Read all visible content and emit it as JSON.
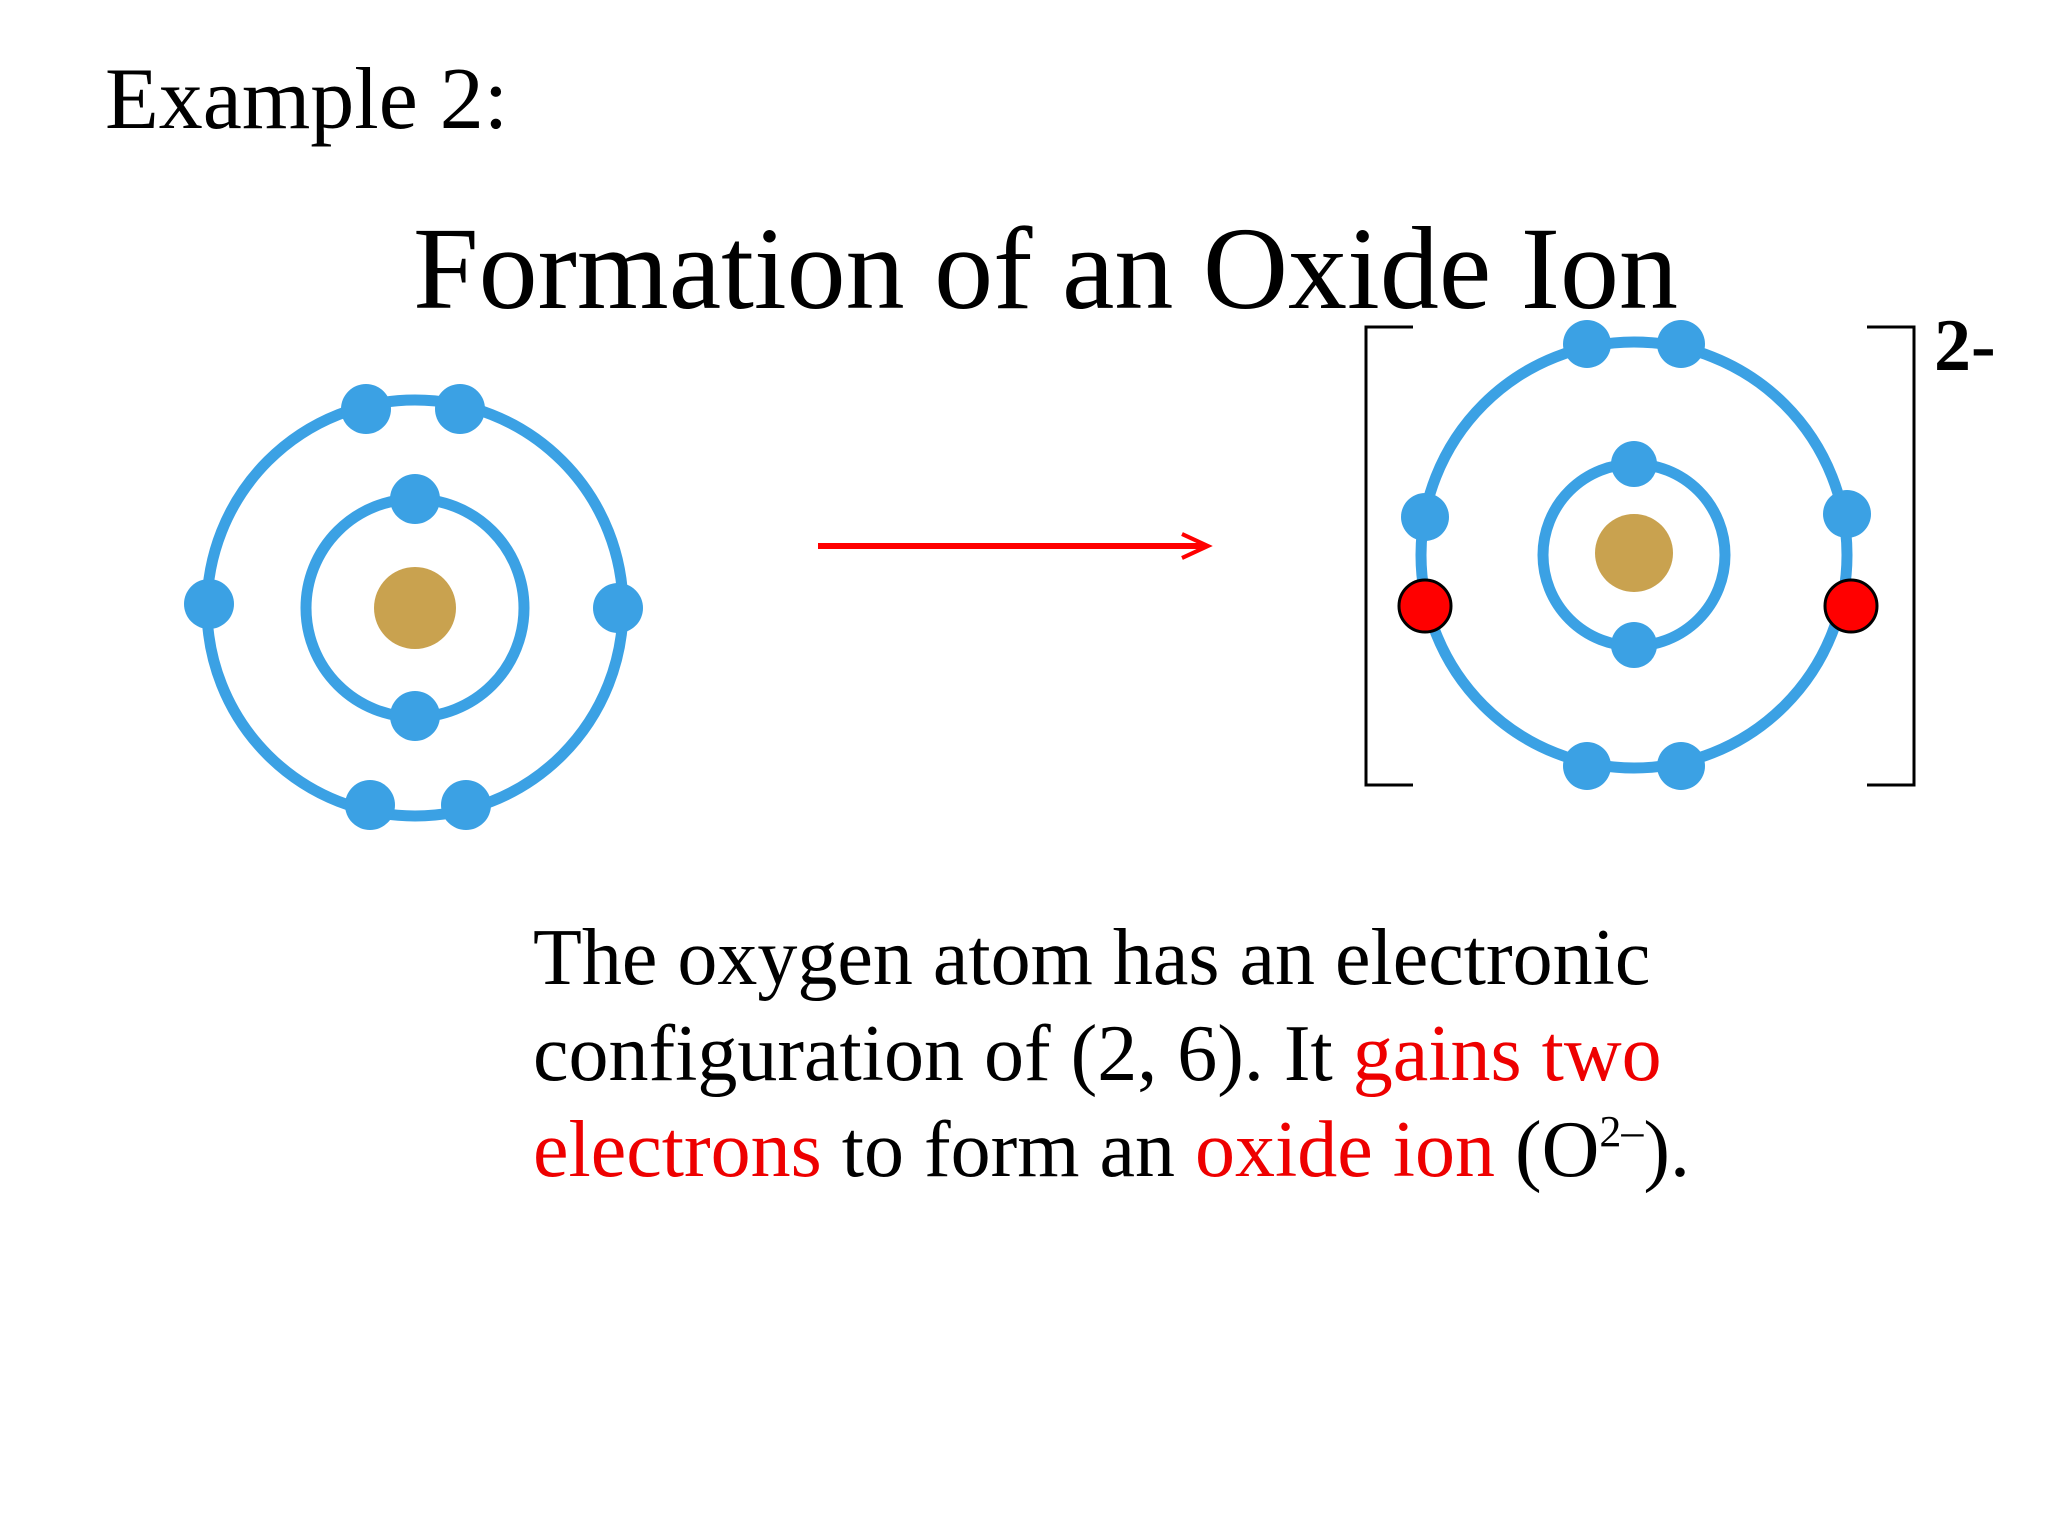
{
  "slide": {
    "example_label": "Example 2:",
    "title": "Formation of an Oxide Ion"
  },
  "diagram": {
    "charge": "2-",
    "colors": {
      "shell": "#3ba1e4",
      "electron": "#3ba1e4",
      "gained_electron": "#ff0000",
      "nucleus": "#c9a24f",
      "arrow": "#ff0000",
      "bracket": "#000000"
    },
    "oxygen_atom": {
      "inner_shell_electrons": 2,
      "outer_shell_electrons": 6
    },
    "oxide_ion": {
      "inner_shell_electrons": 2,
      "outer_shell_electrons": 8,
      "gained_electrons": 2
    }
  },
  "caption": {
    "part1": "The oxygen atom has an electronic configuration of (2, 6). It ",
    "highlight1": "gains two electrons",
    "part2": " to form an ",
    "highlight2": "oxide ion",
    "part3": " (O",
    "superscript": "2–",
    "part4": ")."
  }
}
